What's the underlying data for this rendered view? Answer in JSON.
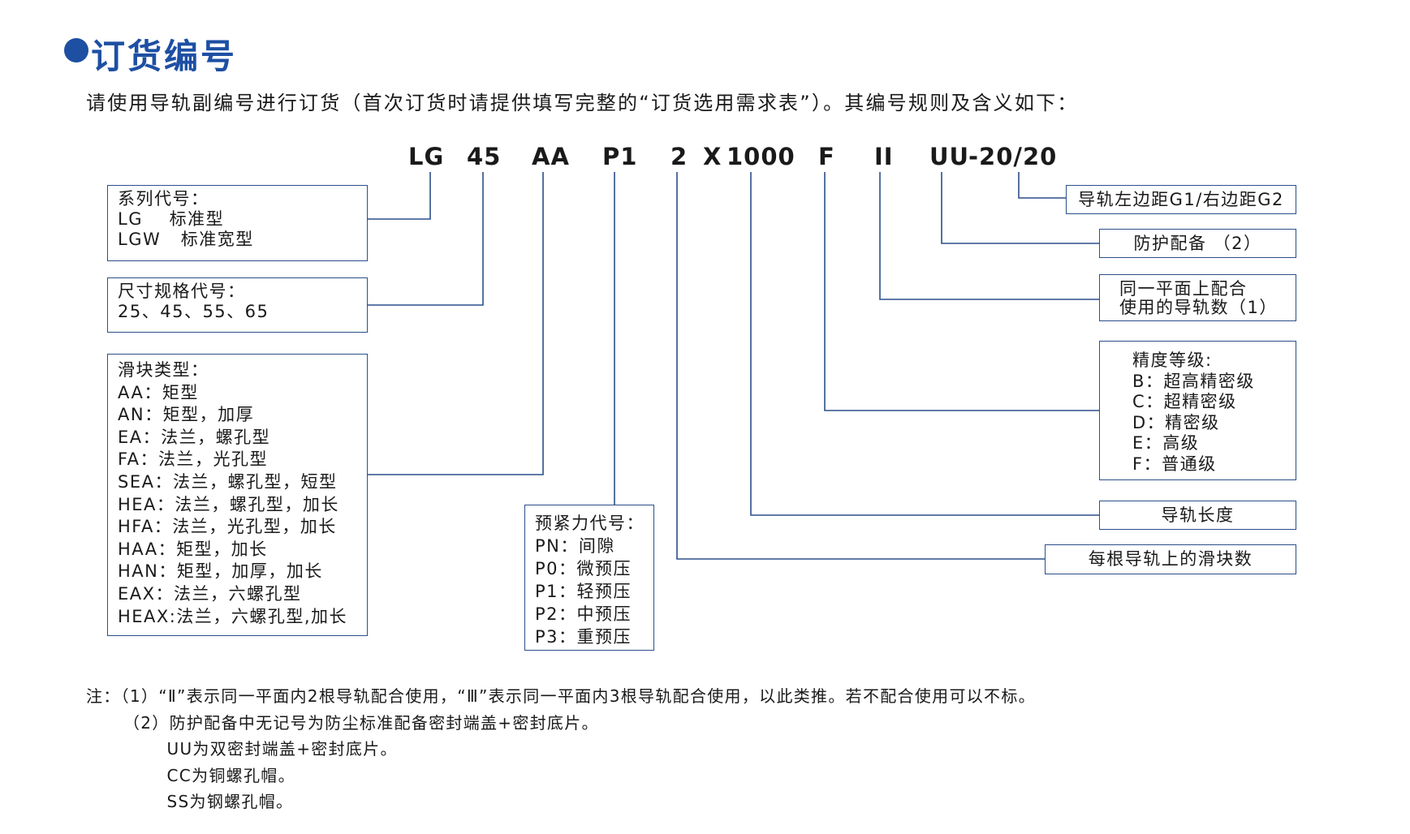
{
  "colors": {
    "accent": "#1d4fa3",
    "line": "#2b4f8a",
    "text": "#1a1a1a"
  },
  "heading": {
    "title": "订货编号"
  },
  "intro": "请使用导轨副编号进行订货（首次订货时请提供填写完整的“订货选用需求表”）。其编号规则及含义如下：",
  "code_parts": {
    "series": "LG",
    "size": "45",
    "block": "AA",
    "preload": "P1",
    "count": "2",
    "times": "X",
    "length": "1000",
    "accuracy": "F",
    "rails": "II",
    "protection": "UU",
    "edge": "-20/20"
  },
  "left_boxes": {
    "series": [
      "系列代号：",
      "LG    标准型",
      "LGW   标准宽型"
    ],
    "size": [
      "尺寸规格代号：",
      "25、45、55、65"
    ],
    "block": [
      "滑块类型：",
      "AA：矩型",
      "AN：矩型，加厚",
      "EA：法兰，螺孔型",
      "FA：法兰，光孔型",
      "SEA：法兰，螺孔型，短型",
      "HEA：法兰，螺孔型，加长",
      "HFA：法兰，光孔型，加长",
      "HAA：矩型，加长",
      "HAN：矩型，加厚，加长",
      "EAX：法兰，六螺孔型",
      "HEAX:法兰，六螺孔型,加长"
    ],
    "preload": [
      "预紧力代号：",
      "PN：间隙",
      "P0：微预压",
      "P1：轻预压",
      "P2：中预压",
      "P3：重预压"
    ]
  },
  "right_boxes": {
    "edge": [
      "导轨左边距G1/右边距G2"
    ],
    "protection": [
      "防护配备 （2）"
    ],
    "rails": [
      "同一平面上配合",
      "使用的导轨数（1）"
    ],
    "accuracy": [
      "精度等级:",
      "B：超高精密级",
      "C：超精密级",
      "D：精密级",
      "E：高级",
      "F：普通级"
    ],
    "length": [
      "导轨长度"
    ],
    "count": [
      "每根导轨上的滑块数"
    ]
  },
  "notes": [
    "注：（1）“Ⅱ”表示同一平面内2根导轨配合使用，“Ⅲ”表示同一平面内3根导轨配合使用，以此类推。若不配合使用可以不标。",
    "      （2）防护配备中无记号为防尘标准配备密封端盖+密封底片。",
    "             UU为双密封端盖+密封底片。",
    "             CC为铜螺孔帽。",
    "             SS为钢螺孔帽。"
  ]
}
